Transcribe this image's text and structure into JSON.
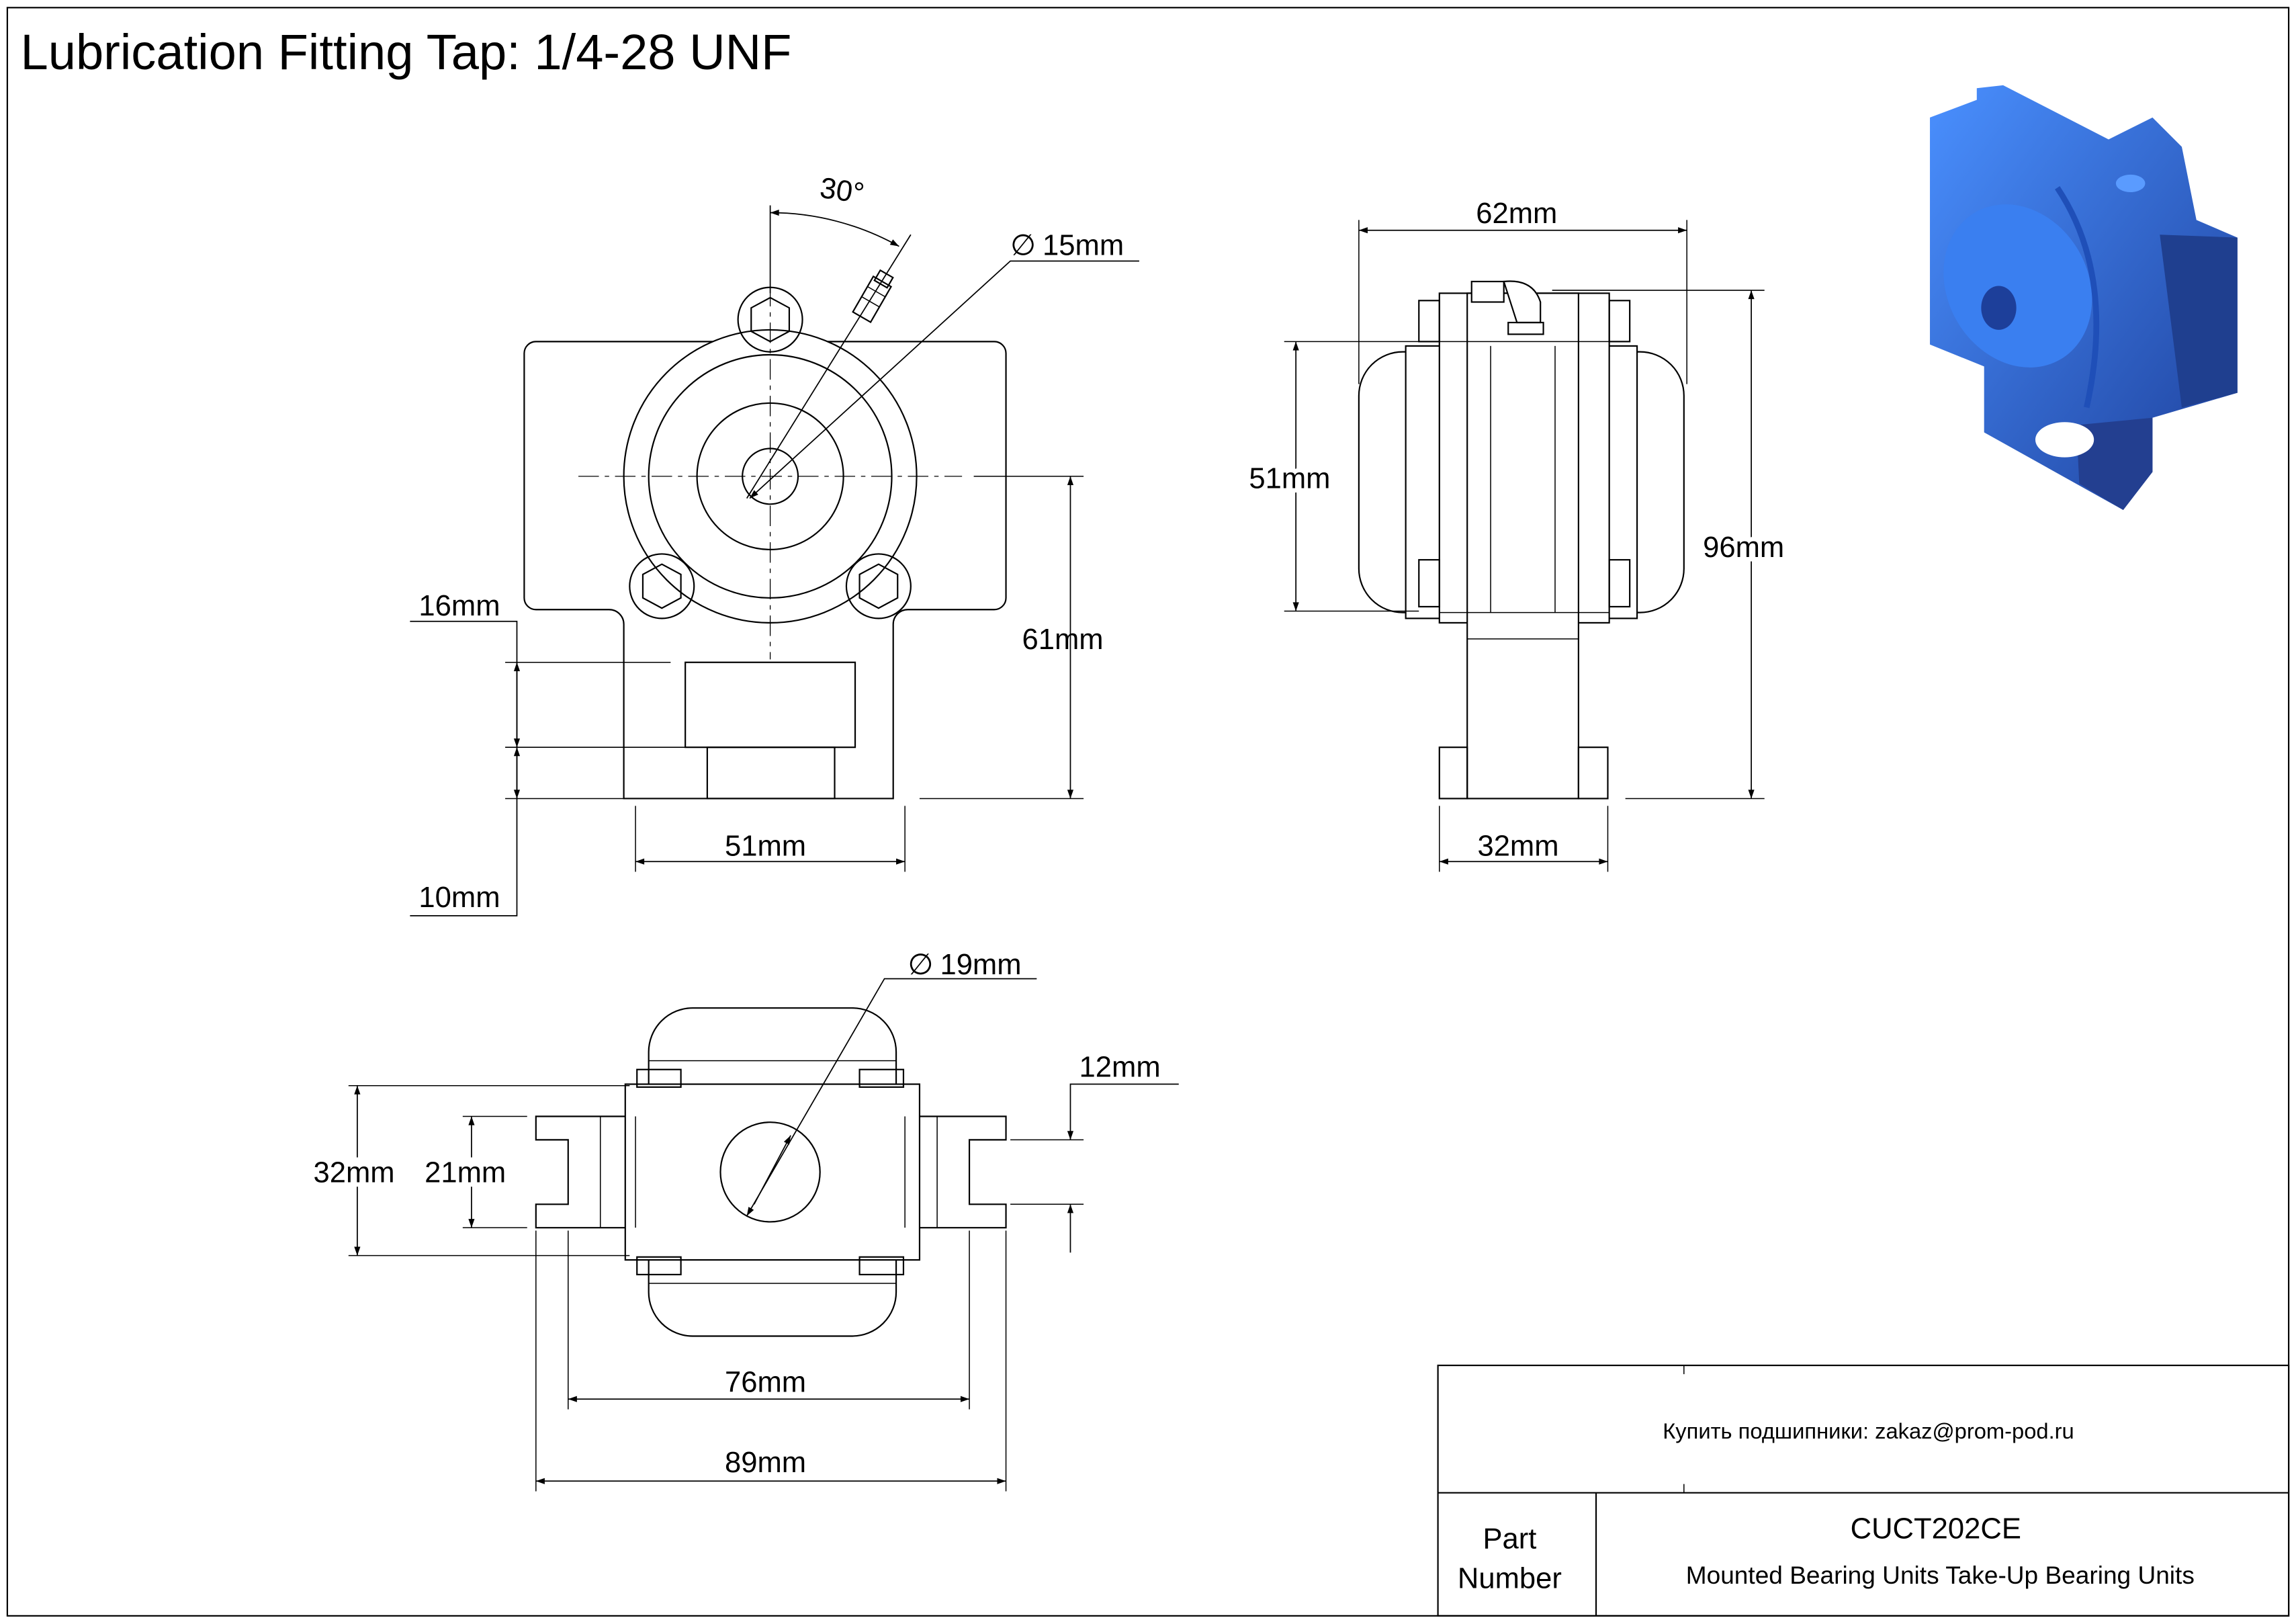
{
  "title": "Lubrication Fitting Tap: 1/4-28 UNF",
  "front_view": {
    "angle": "30°",
    "hole_diameter": "15mm",
    "height_61": "61mm",
    "dim_16": "16mm",
    "dim_10": "10mm",
    "width_51": "51mm"
  },
  "side_view": {
    "width_62": "62mm",
    "height_51": "51mm",
    "height_96": "96mm",
    "width_32": "32mm"
  },
  "bottom_view": {
    "bore_diameter": "19mm",
    "dim_12": "12mm",
    "dim_32": "32mm",
    "dim_21": "21mm",
    "dim_76": "76mm",
    "dim_89": "89mm"
  },
  "diameter_symbol": "∅",
  "title_block": {
    "contact": "Купить подшипники: zakaz@prom-pod.ru",
    "part_label_line1": "Part",
    "part_label_line2": "Number",
    "part_number": "CUCT202CE",
    "description": "Mounted Bearing Units Take-Up Bearing Units"
  },
  "colors": {
    "render_blue": "#2f6fe0",
    "render_dark": "#1f3f8f"
  }
}
